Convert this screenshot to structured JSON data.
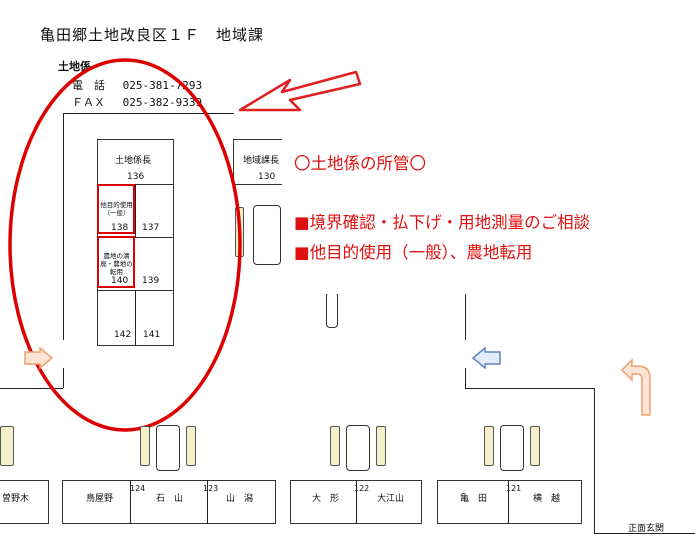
{
  "header": {
    "title": "亀田郷土地改良区１Ｆ　地域課",
    "section": "土地係",
    "phone_label": "電　話",
    "phone": "025-381-7293",
    "fax_label": "ＦＡＸ",
    "fax": "025-382-9339"
  },
  "desks": {
    "chief_label": "土地係長",
    "chief_num": "136",
    "area_chief_label": "地域課長",
    "area_chief_num": "130",
    "d138_label": "他目的使用（一般）",
    "d138_num": "138",
    "d137_num": "137",
    "d140_label": "農地の潰廃・農地の転用",
    "d140_num": "140",
    "d139_num": "139",
    "d142_num": "142",
    "d141_num": "141"
  },
  "note": {
    "heading": "〇土地係の所管〇",
    "item1": "■境界確認・払下げ・用地測量のご相談",
    "item2": "■他目的使用（一般）、農地転用"
  },
  "counter": {
    "n0": "曽野木",
    "n1": "鳥屋野",
    "seat124": "124",
    "n2": "石　山",
    "seat123": "123",
    "n3": "山　潟",
    "n4": "大　形",
    "seat122": "122",
    "n5": "大江山",
    "n6": "亀　田",
    "seat121": "121",
    "n7": "横　越"
  },
  "entrance": "正面玄関",
  "colors": {
    "highlight": "#dd0000",
    "note_text": "#e01010",
    "arrow_red": "#e02020",
    "arrow_orange": "#f0a070",
    "arrow_blue": "#6080c0"
  }
}
